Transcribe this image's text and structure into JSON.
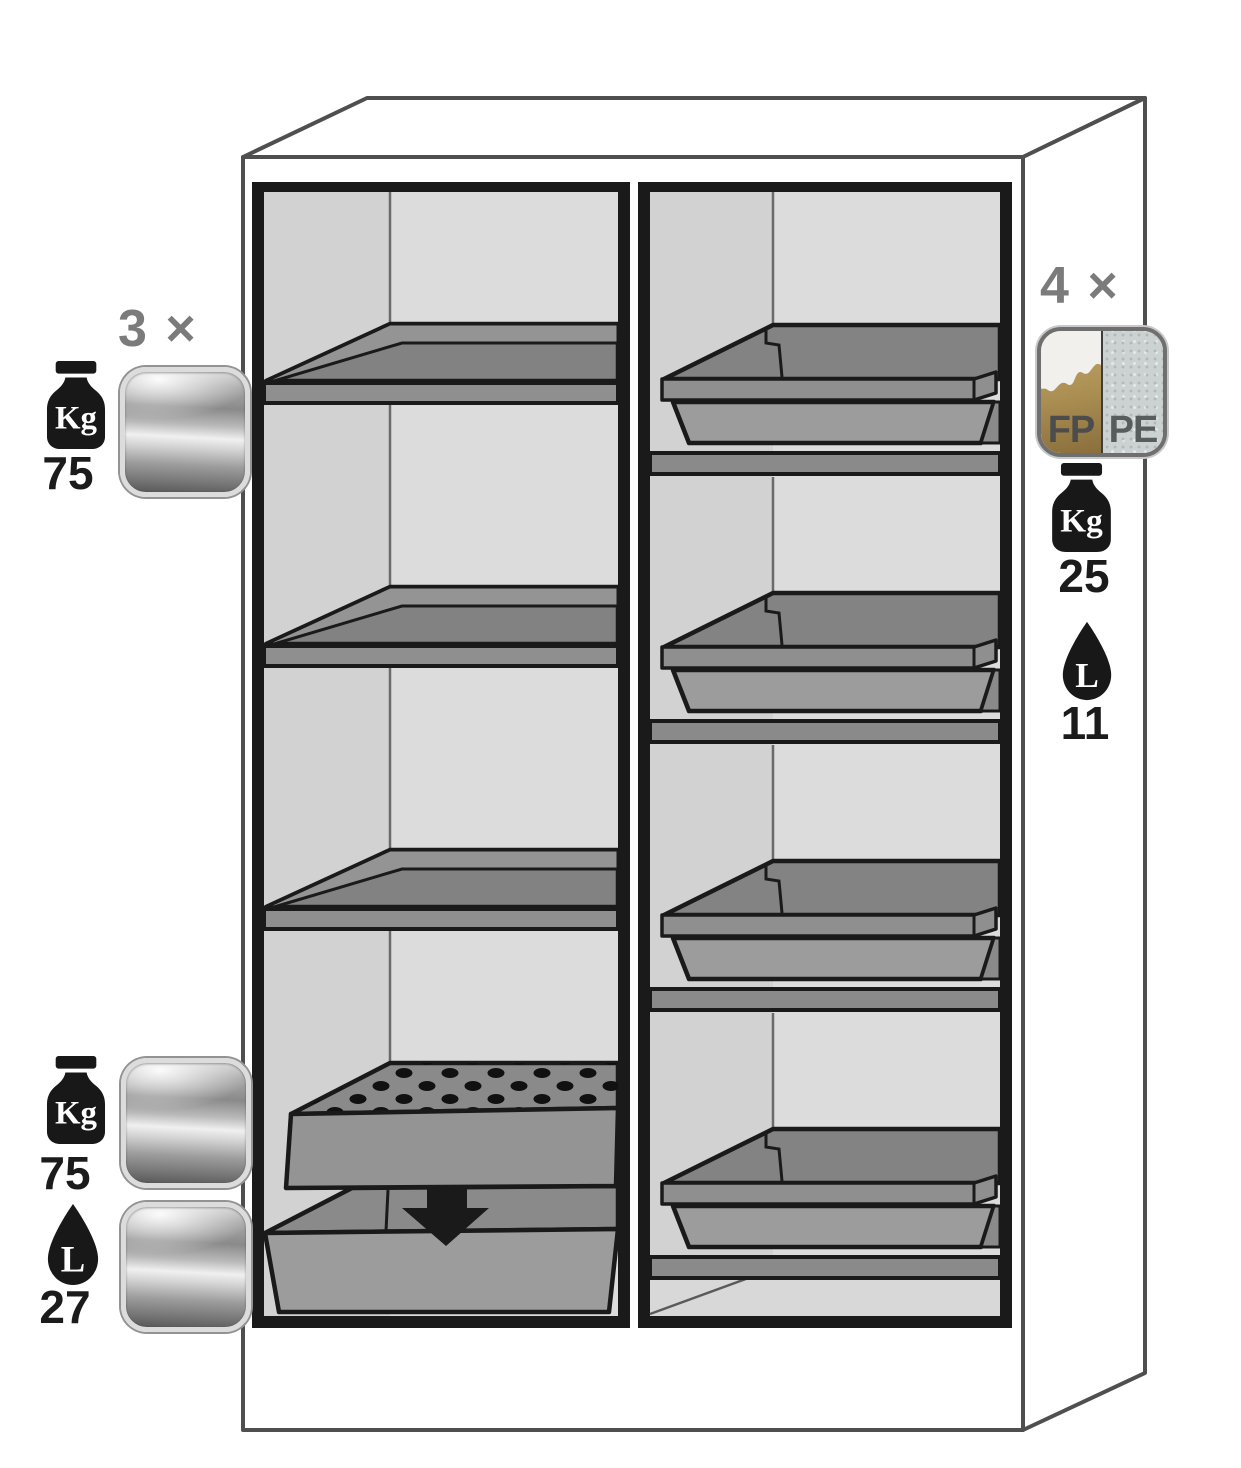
{
  "diagram": {
    "subject": "safety-cabinet-interior-equipment",
    "left_equipment": {
      "count_label": "3 ×",
      "shelf_load": {
        "unit": "Kg",
        "value": "75"
      }
    },
    "bottom_equipment": {
      "insert_load": {
        "unit": "Kg",
        "value": "75"
      },
      "sump_volume": {
        "unit": "L",
        "value": "27"
      }
    },
    "right_equipment": {
      "count_label": "4 ×",
      "materials": {
        "left": "FP",
        "right": "PE"
      },
      "tray_load": {
        "unit": "Kg",
        "value": "25"
      },
      "tray_volume": {
        "unit": "L",
        "value": "11"
      }
    },
    "colors": {
      "outline_black": "#1a1a1a",
      "cabinet_stroke": "#4f4f4f",
      "shelf_grey": "#8a8a8a",
      "wall_grey": "#dcdcdc",
      "label_grey": "#7b7b7b",
      "fp_gold": "#a98d51",
      "pe_grey": "#ccd1d1",
      "steel_grey": "#bfbfbf"
    }
  }
}
